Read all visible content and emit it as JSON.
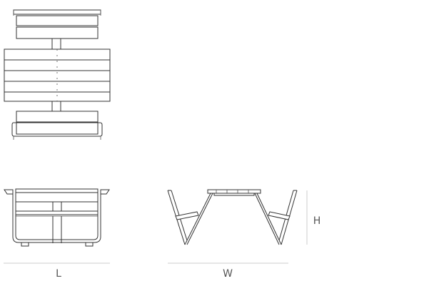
{
  "drawing": {
    "dimension_labels": {
      "length": "L",
      "width": "W",
      "height": "H"
    },
    "views": [
      "top-view",
      "side-view",
      "front-view"
    ]
  }
}
